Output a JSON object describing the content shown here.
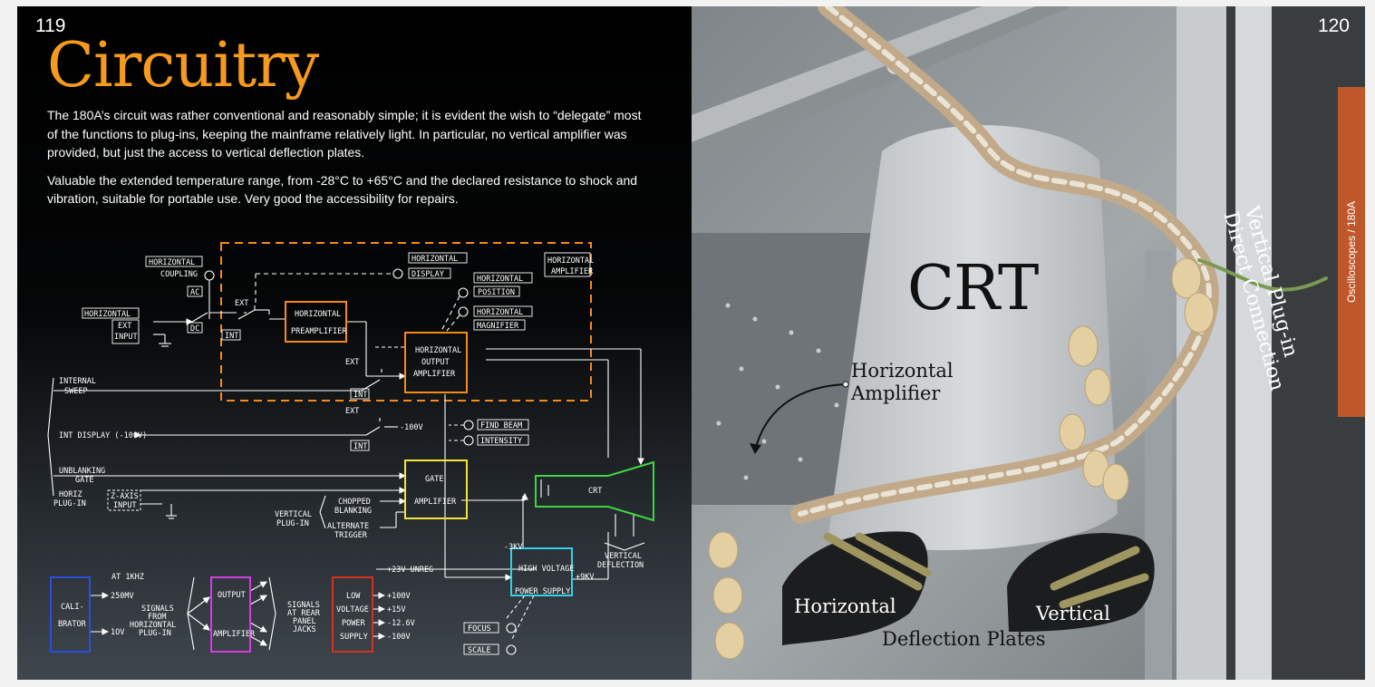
{
  "left_page": {
    "page_number": "119",
    "title": "Circuitry",
    "paragraphs": [
      "The 180A’s circuit was rather conventional and reasonably simple; it is evident the wish to “delegate” most of the functions to plug-ins, keeping the mainframe relatively light. In particular, no vertical amplifier was provided, but just the access to vertical deflection plates.",
      "Valuable the extended temperature range, from -28°C to +65°C and the declared resistance to shock and vibration, suitable for portable use. Very good the accessibility for repairs."
    ],
    "diagram": {
      "horizontal_coupling": [
        "HORIZONTAL",
        "COUPLING"
      ],
      "ac": "AC",
      "dc": "DC",
      "horizontal_ext_input": [
        "HORIZONTAL",
        "EXT",
        "INPUT"
      ],
      "ext": "EXT",
      "int": "INT",
      "horizontal_preamplifier": [
        "HORIZONTAL",
        "PREAMPLIFIER"
      ],
      "horizontal_display": [
        "HORIZONTAL",
        "DISPLAY"
      ],
      "horizontal_position": [
        "HORIZONTAL",
        "POSITION"
      ],
      "horizontal_magnifier": [
        "HORIZONTAL",
        "MAGNIFIER"
      ],
      "horizontal_amplifier": [
        "HORIZONTAL",
        "AMPLIFIER"
      ],
      "horizontal_output_amplifier": [
        "HORIZONTAL",
        "OUTPUT",
        "AMPLIFIER"
      ],
      "internal_sweep": [
        "INTERNAL",
        "SWEEP"
      ],
      "int_display": "INT DISPLAY (-100V)",
      "minus_100v": "-100V",
      "find_beam": "FIND BEAM",
      "intensity": "INTENSITY",
      "unblanking_gate": [
        "UNBLANKING",
        "GATE"
      ],
      "horiz_plugin": [
        "HORIZ",
        "PLUG-IN"
      ],
      "z_axis_input": [
        "Z-AXIS",
        "INPUT"
      ],
      "vertical_plugin": [
        "VERTICAL",
        "PLUG-IN"
      ],
      "chopped_blanking": [
        "CHOPPED",
        "BLANKING"
      ],
      "alternate_trigger": [
        "ALTERNATE",
        "TRIGGER"
      ],
      "gate_amplifier": [
        "GATE",
        "AMPLIFIER"
      ],
      "crt": "CRT",
      "vertical_deflection": [
        "VERTICAL",
        "DEFLECTION"
      ],
      "minus_3kv": "-3KV",
      "plus_9kv": "+9KV",
      "high_voltage_power_supply": [
        "HIGH VOLTAGE",
        "POWER SUPPLY"
      ],
      "at_1khz": "AT 1KHZ",
      "calibrator": [
        "CALI-",
        "BRATOR"
      ],
      "v250mv": "250MV",
      "v1v": "1OV",
      "signals_from_horizontal_plugin": [
        "SIGNALS",
        "FROM",
        "HORIZONTAL",
        "PLUG-IN"
      ],
      "output_amplifier": [
        "OUTPUT",
        "AMPLIFIER"
      ],
      "signals_rear_panel": [
        "SIGNALS",
        "AT REAR",
        "PANEL",
        "JACKS"
      ],
      "low_voltage_power_supply": [
        "LOW",
        "VOLTAGE",
        "POWER",
        "SUPPLY"
      ],
      "plus_23v_unreg": "+23V UNREG",
      "supply_outputs": [
        "+100V",
        "+15V",
        "-12.6V",
        "-100V"
      ],
      "focus": "FOCUS",
      "scale": "SCALE"
    }
  },
  "right_page": {
    "page_number": "120",
    "side_tab": "Oscilloscopes / 180A",
    "photo_labels": {
      "crt": "CRT",
      "horizontal_amplifier": [
        "Horizontal",
        "Amplifier"
      ],
      "vertical_plugin": [
        "Vertical Plug-in",
        "Direct Connection"
      ],
      "horizontal": "Horizontal",
      "vertical": "Vertical",
      "deflection_plates": "Deflection Plates"
    }
  },
  "colors": {
    "title_orange": "#f59a1c",
    "tab_rust": "#c0572a",
    "dashed_orange": "#f58a1c",
    "gate_yellow": "#f3e33a",
    "crt_green": "#3fd63f",
    "hv_cyan": "#32d3e8",
    "cal_blue": "#2a4fe0",
    "out_magenta": "#d23ee0",
    "lv_red": "#d2331f"
  }
}
